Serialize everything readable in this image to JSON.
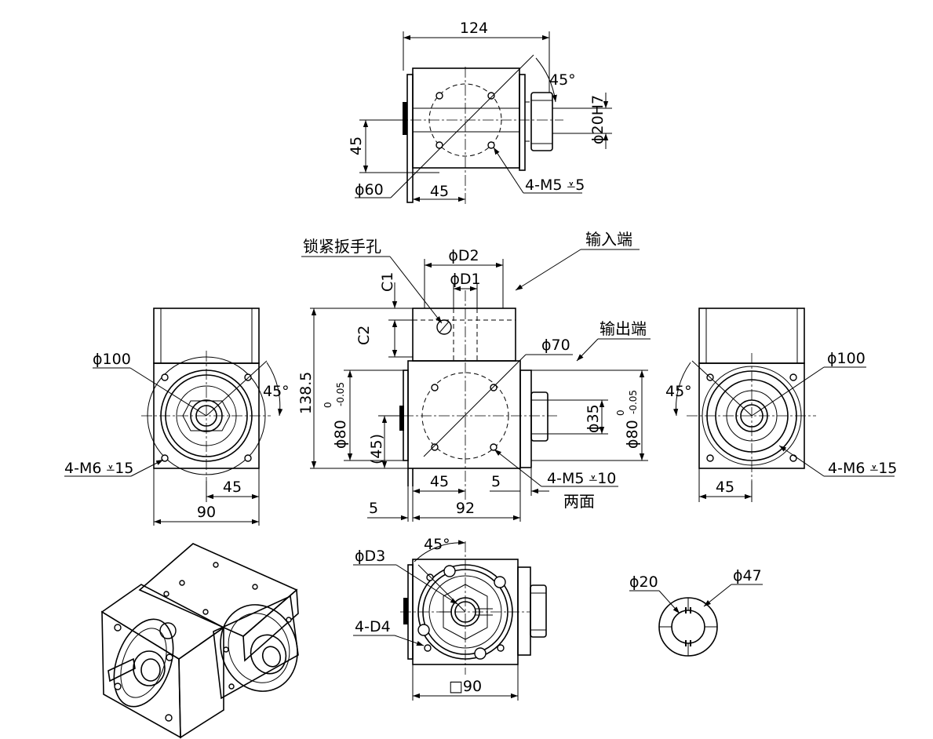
{
  "colors": {
    "line": "#000000",
    "background": "#ffffff"
  },
  "top_view": {
    "width_dim": "124",
    "angle": "45°",
    "bore_fit": "ϕ20H7",
    "height_dim": "45",
    "pcd": "ϕ60",
    "bottom_dim": "45",
    "holes": "4-M5",
    "hole_depth": "5"
  },
  "front_view": {
    "wrench_hole": "锁紧扳手孔",
    "input_label": "输入端",
    "output_label": "输出端",
    "d2": "ϕD2",
    "d1": "ϕD1",
    "c1": "C1",
    "c2": "C2",
    "height": "138.5",
    "pilot": "ϕ80",
    "tol_upper": "0",
    "tol_lower": "-0.05",
    "pcd": "ϕ70",
    "shaft": "ϕ35",
    "right_pilot": "ϕ80",
    "center_height": "(45)",
    "bottom_45": "45",
    "dim_5_right": "5",
    "holes": "4-M5",
    "hole_depth": "10",
    "both_faces": "两面",
    "dim_5_left": "5",
    "width": "92"
  },
  "left_view": {
    "pcd": "ϕ100",
    "angle": "45°",
    "holes": "4-M6",
    "hole_depth": "15",
    "half": "45",
    "width": "90"
  },
  "right_view": {
    "pcd": "ϕ100",
    "angle": "45°",
    "holes": "4-M6",
    "hole_depth": "15",
    "half": "45"
  },
  "bottom_view": {
    "angle": "45°",
    "d3": "ϕD3",
    "d4": "4-D4",
    "square": "□90"
  },
  "shaft_detail": {
    "inner": "ϕ20",
    "outer": "ϕ47"
  }
}
